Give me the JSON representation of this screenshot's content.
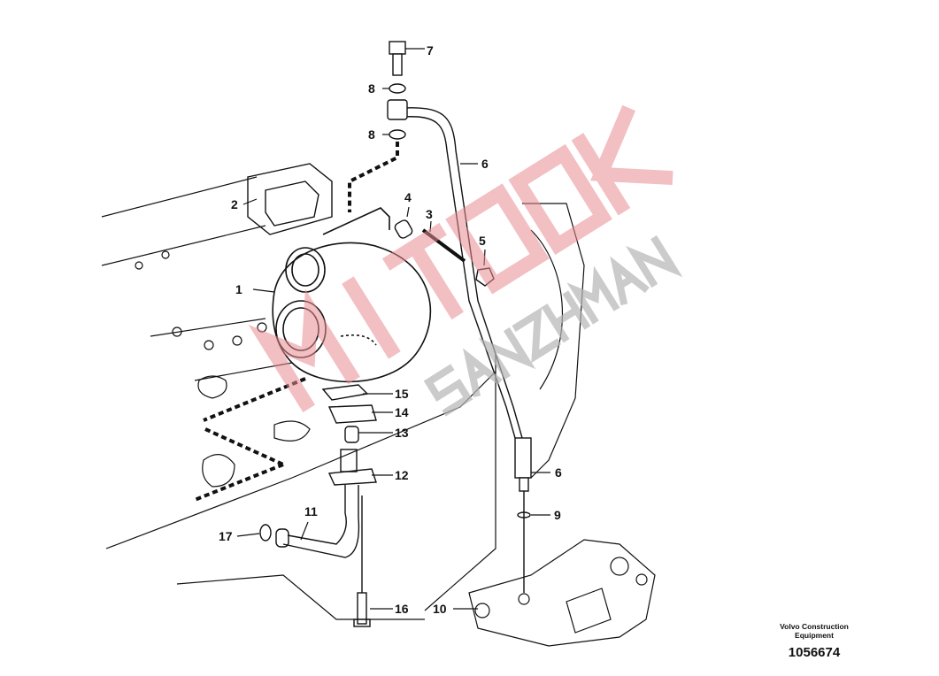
{
  "callouts": [
    {
      "label": "7"
    },
    {
      "label": "8"
    },
    {
      "label": "8"
    },
    {
      "label": "6"
    },
    {
      "label": "2"
    },
    {
      "label": "4"
    },
    {
      "label": "3"
    },
    {
      "label": "5"
    },
    {
      "label": "1"
    },
    {
      "label": "15"
    },
    {
      "label": "14"
    },
    {
      "label": "13"
    },
    {
      "label": "12"
    },
    {
      "label": "6"
    },
    {
      "label": "9"
    },
    {
      "label": "11"
    },
    {
      "label": "17"
    },
    {
      "label": "16"
    },
    {
      "label": "10"
    }
  ],
  "footer": {
    "maker_line1": "Volvo Construction",
    "maker_line2": "Equipment",
    "illustration_number": "1056674"
  },
  "watermark": {
    "line1": "MITOOK",
    "line2": "SANZHMAN",
    "color_primary": "#e88a8f",
    "color_secondary": "#b5b5b5"
  }
}
